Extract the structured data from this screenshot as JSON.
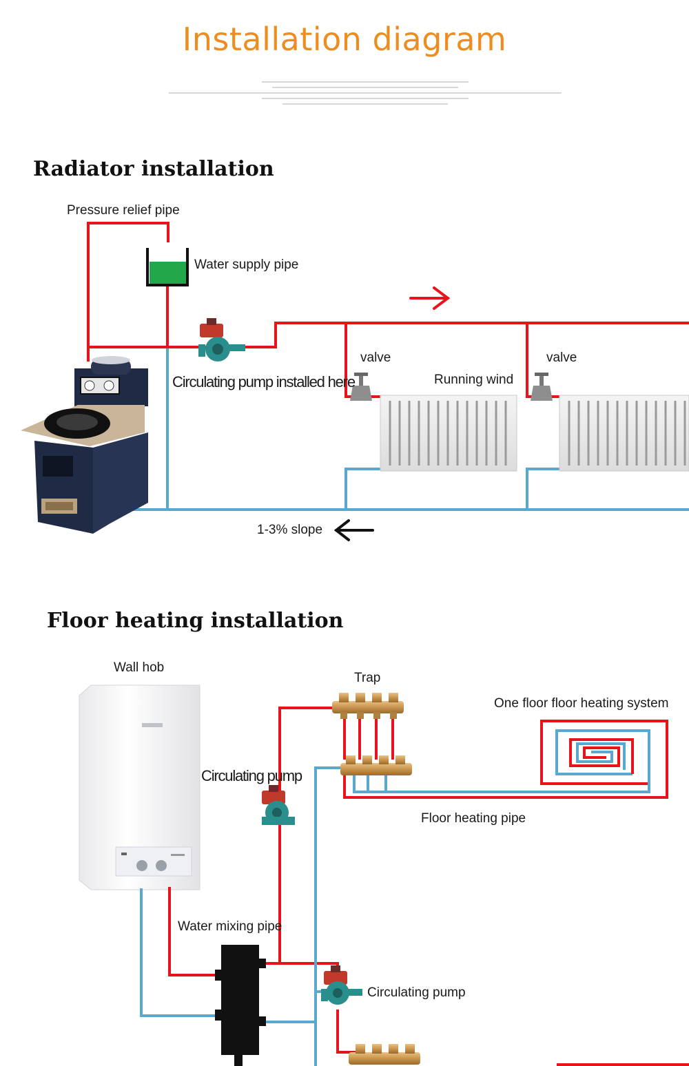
{
  "header": {
    "title": "Installation diagram"
  },
  "radiator_section": {
    "title": "Radiator installation",
    "labels": {
      "pressure_relief_pipe": "Pressure relief pipe",
      "water_supply_pipe": "Water supply pipe",
      "circulating_pump_installed_here": "Circulating pump installed here",
      "valve_1": "valve",
      "valve_2": "valve",
      "running_wind": "Running wind",
      "slope": "1-3% slope"
    }
  },
  "floor_section": {
    "title": "Floor heating installation",
    "labels": {
      "wall_hob": "Wall hob",
      "trap": "Trap",
      "one_floor_system": "One floor floor heating system",
      "circulating_pump_1": "Circulating pump",
      "floor_heating_pipe": "Floor heating pipe",
      "water_mixing_pipe": "Water mixing pipe",
      "circulating_pump_2": "Circulating pump"
    }
  },
  "colors": {
    "title": "#ee8d1f",
    "hot_pipe": "#e8141c",
    "return_pipe": "#5aa7cf",
    "pump": "#2a8f8c",
    "tank_water": "#22a84a"
  }
}
